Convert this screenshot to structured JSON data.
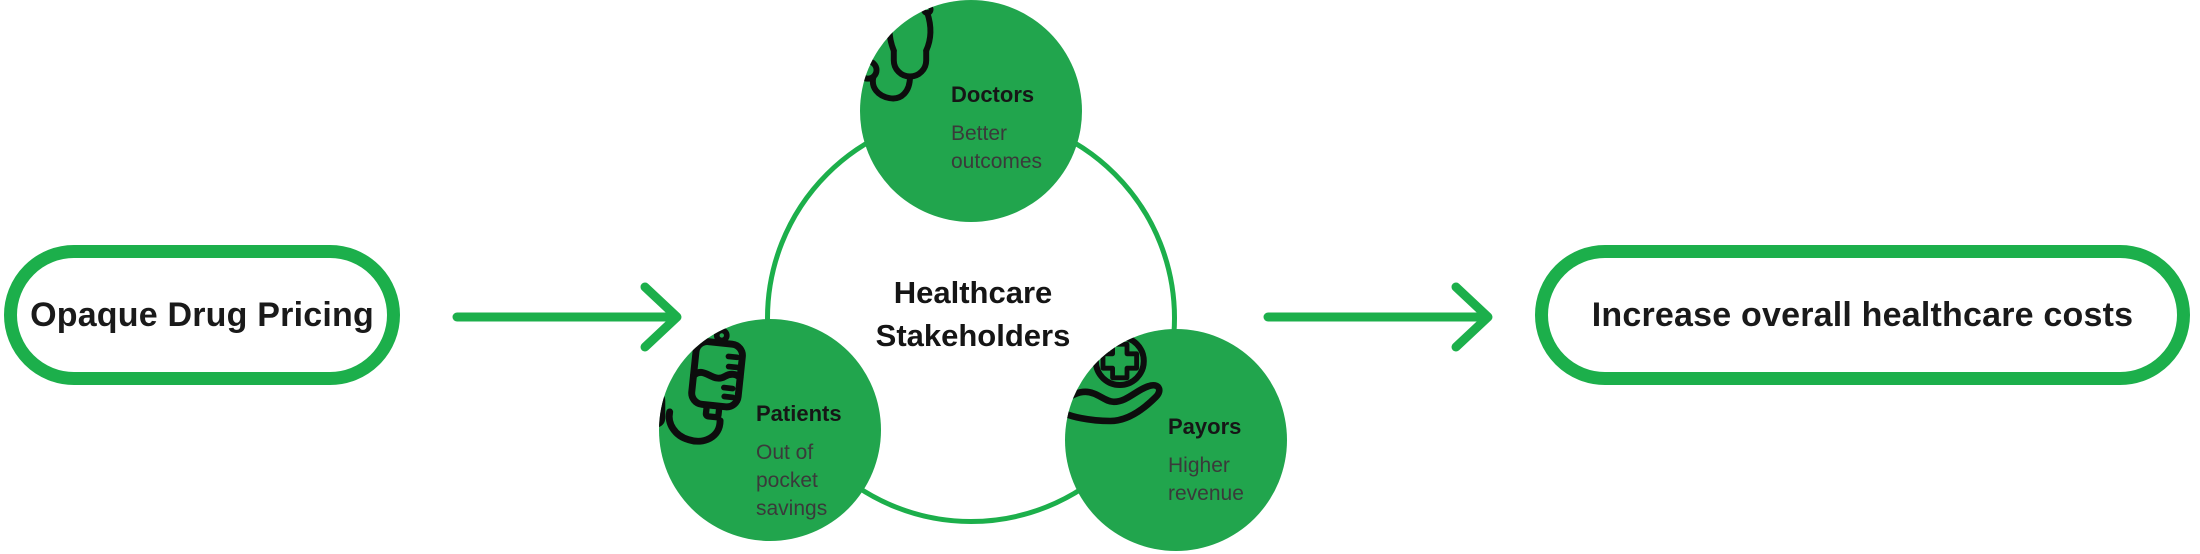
{
  "colors": {
    "circle_fill": "#21A54D",
    "line_green": "#1CAF4B",
    "text_primary": "#161616",
    "text_secondary": "#3A3A3A"
  },
  "left_pill": {
    "label": "Opaque Drug Pricing"
  },
  "right_pill": {
    "label": "Increase overall healthcare costs"
  },
  "diagram": {
    "center_title": "Healthcare Stakeholders",
    "nodes": [
      {
        "id": "doctors",
        "title": "Doctors",
        "subtitle": "Better outcomes",
        "icon": "stethoscope-icon"
      },
      {
        "id": "patients",
        "title": "Patients",
        "subtitle": "Out of pocket savings",
        "icon": "iv-bag-icon"
      },
      {
        "id": "payors",
        "title": "Payors",
        "subtitle": "Higher revenue",
        "icon": "hand-cross-icon"
      }
    ]
  },
  "arrows": [
    {
      "id": "flow-arrow-left",
      "direction": "right"
    },
    {
      "id": "flow-arrow-right",
      "direction": "right"
    }
  ]
}
